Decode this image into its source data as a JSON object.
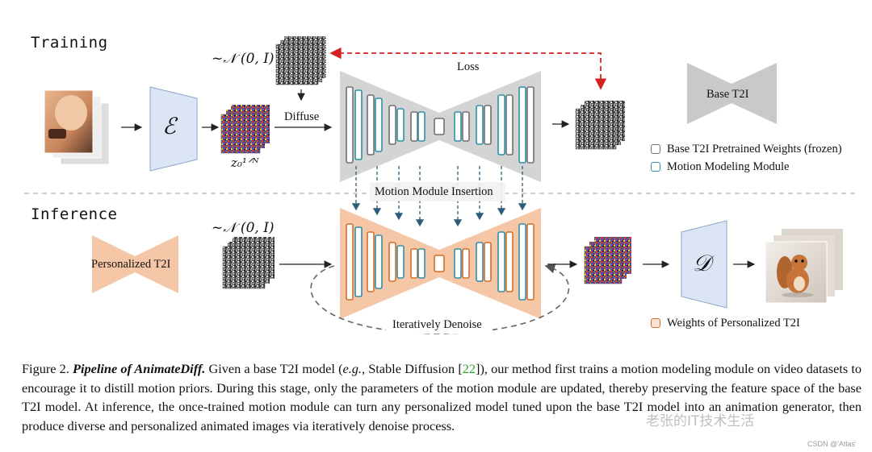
{
  "sections": {
    "training": "Training",
    "inference": "Inference"
  },
  "labels": {
    "noise_training": "~𝒩 (0, I)",
    "noise_inference": "~𝒩 (0, I)",
    "latent": "z₀¹ᐟᴺ",
    "diffuse": "Diffuse",
    "loss": "Loss",
    "motion_insertion": "Motion Module Insertion",
    "iteratively_denoise": "Iteratively Denoise",
    "base_t2i": "Base T2I",
    "personalized_t2i": "Personalized T2I",
    "encoder": "ℰ",
    "decoder": "𝒟"
  },
  "legend": {
    "frozen": "Base T2I Pretrained Weights (frozen)",
    "motion": "Motion Modeling Module",
    "personalized": "Weights of Personalized T2I"
  },
  "caption": {
    "prefix": "Figure 2. ",
    "title": "Pipeline of AnimateDiff.",
    "part1": " Given a base T2I model (",
    "eg": "e.g.",
    "part2": ", Stable Diffusion [",
    "cite": "22",
    "part3": "]), our method first trains a motion modeling module on video datasets to encourage it to distill motion priors. During this stage, only the parameters of the motion module are updated, thereby preserving the feature space of the base T2I model. At inference, the once-trained motion module can turn any personalized model tuned upon the base T2I model into an animation generator, then produce diverse and personalized animated images via iteratively denoise process."
  },
  "watermark": "老张的IT技术生活",
  "csdn": "CSDN @'Atlas'",
  "colors": {
    "frozen_border": "#707070",
    "motion_border": "#2e8fa8",
    "personalized_border": "#d0702a",
    "unet_gray": "#d4d4d4",
    "unet_orange": "#f6c7a6",
    "encoder_fill": "#dbe5f4",
    "loss_red": "#d42222",
    "dashed_blue": "#2d5d78"
  }
}
